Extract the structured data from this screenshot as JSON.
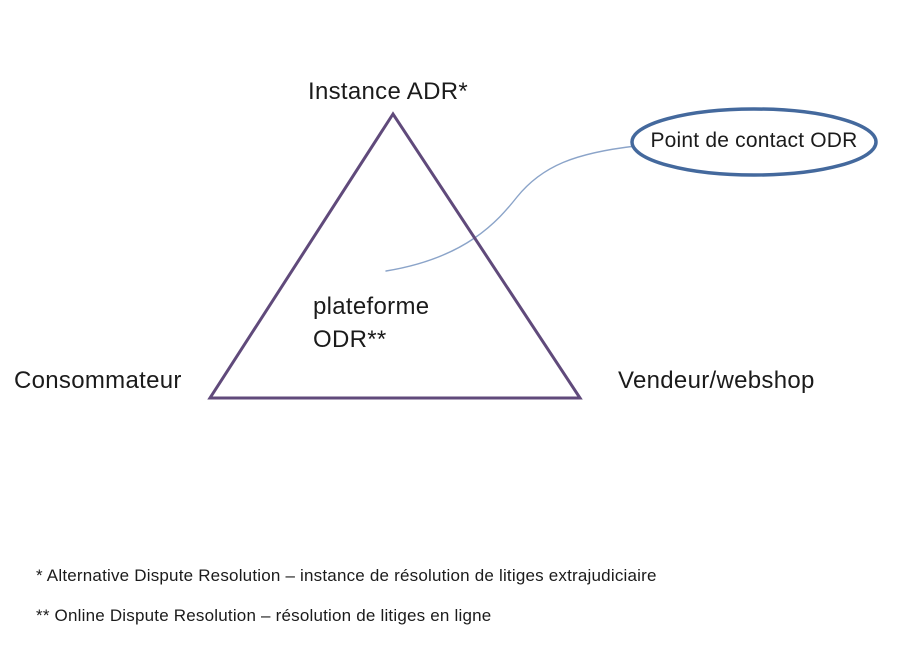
{
  "diagram": {
    "top_label": "Instance ADR*",
    "left_label": "Consommateur",
    "right_label": "Vendeur/webshop",
    "center_label": {
      "line1": "plateforme",
      "line2": "ODR**"
    },
    "callout_label": "Point de contact ODR",
    "colors": {
      "triangle": "#604a7b",
      "ellipse": "#44699d",
      "connector": "#8ba4c9",
      "text": "#1b1b1b"
    }
  },
  "footnotes": {
    "adr": "* Alternative Dispute Resolution – instance de résolution de litiges extrajudiciaire",
    "odr": "** Online Dispute Resolution – résolution de litiges en ligne"
  }
}
